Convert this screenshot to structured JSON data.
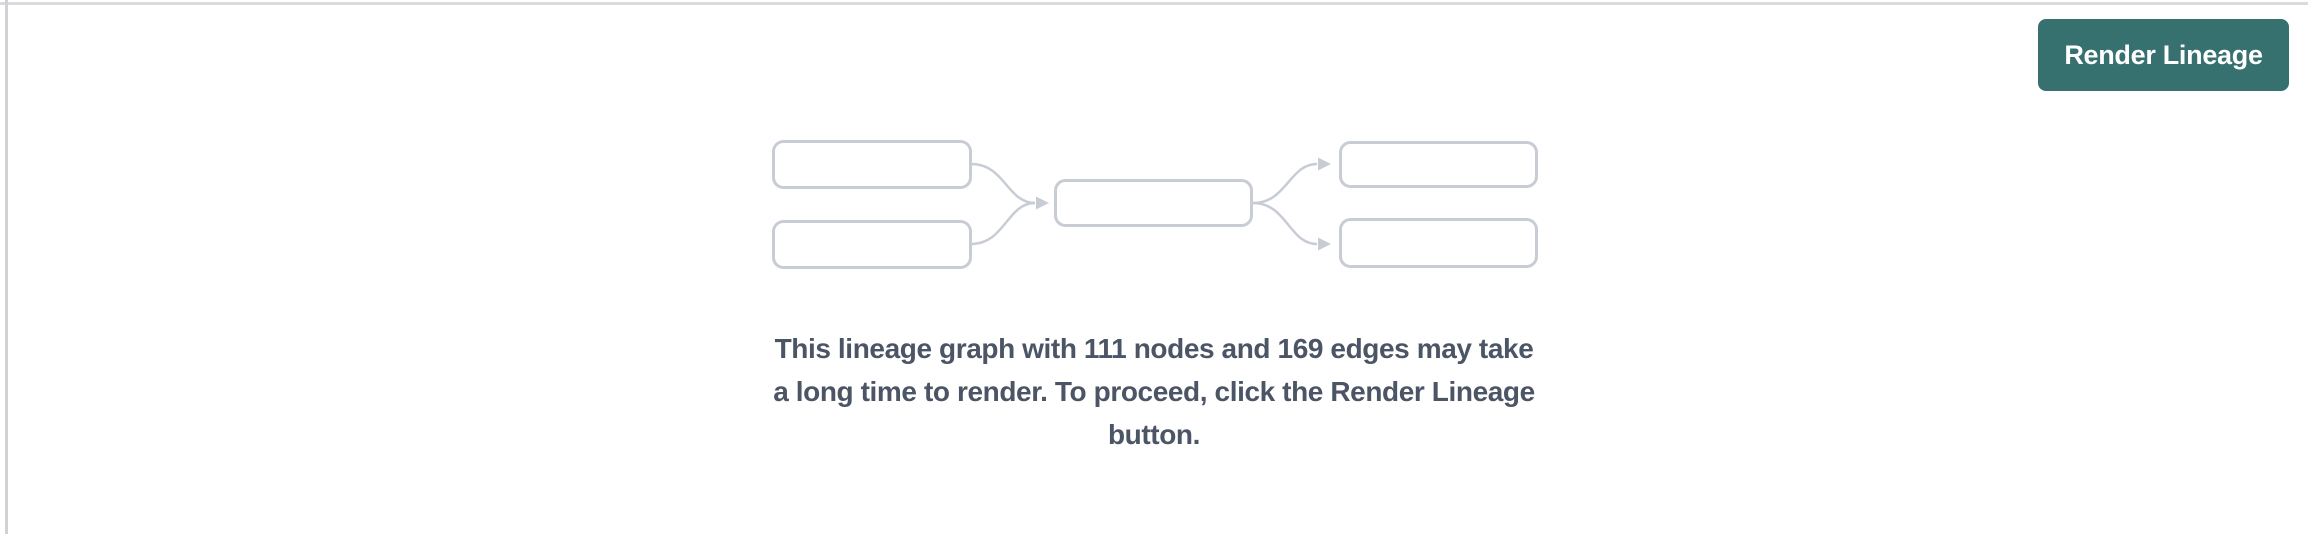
{
  "theme": {
    "accent": "#36706f",
    "accent_text": "#ffffff",
    "message_text_color": "#4b5565",
    "node_border_color": "#c7ccd5",
    "top_border_color": "#dbdbdf",
    "left_border_color": "#d2d2d6",
    "background": "#ffffff"
  },
  "toolbar": {
    "render_lineage_button": {
      "label": "Render Lineage"
    }
  },
  "placeholder_graphic": {
    "name": "lineage-graph-placeholder",
    "node_count": 5,
    "edge_count": 4
  },
  "message": {
    "full_text": "This lineage graph with 111 nodes and 169 edges may take a long time to render. To proceed, click the Render Lineage button.",
    "lines": [
      "This lineage graph with 111 nodes and 169 edges may take",
      "a long time to render. To proceed, click the Render Lineage",
      "button."
    ],
    "node_count": "111",
    "edge_count": "169"
  }
}
